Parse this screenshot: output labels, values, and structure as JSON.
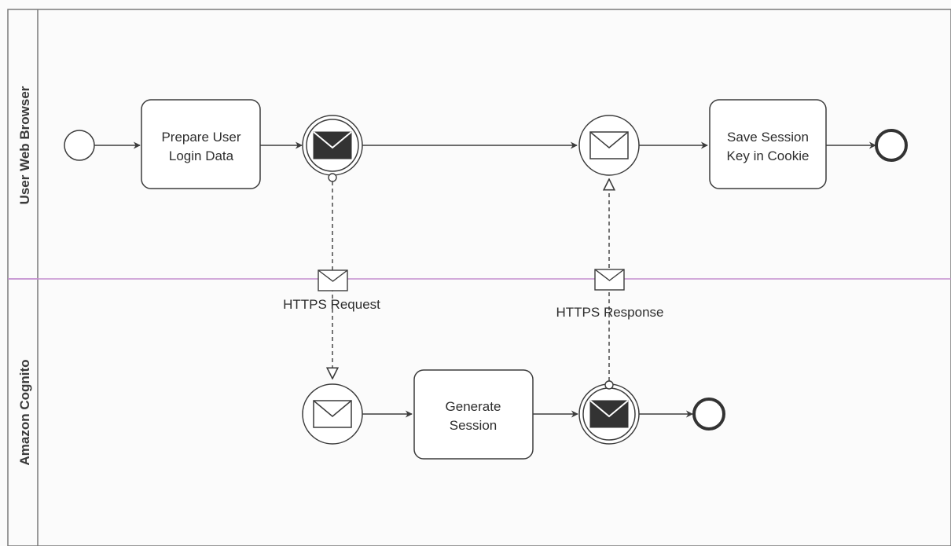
{
  "diagram": {
    "lanes": [
      {
        "id": "browser",
        "label": "User Web Browser"
      },
      {
        "id": "cognito",
        "label": "Amazon Cognito"
      }
    ],
    "tasks": {
      "prepare": [
        "Prepare User",
        "Login Data"
      ],
      "save": [
        "Save Session",
        "Key in Cookie"
      ],
      "generate": [
        "Generate",
        "Session"
      ]
    },
    "messages": {
      "request": "HTTPS Request",
      "response": "HTTPS Response"
    },
    "colors": {
      "lane_divider": "#c48fd0",
      "stroke": "#3c3c3c",
      "envelope_fill": "#333333"
    }
  }
}
